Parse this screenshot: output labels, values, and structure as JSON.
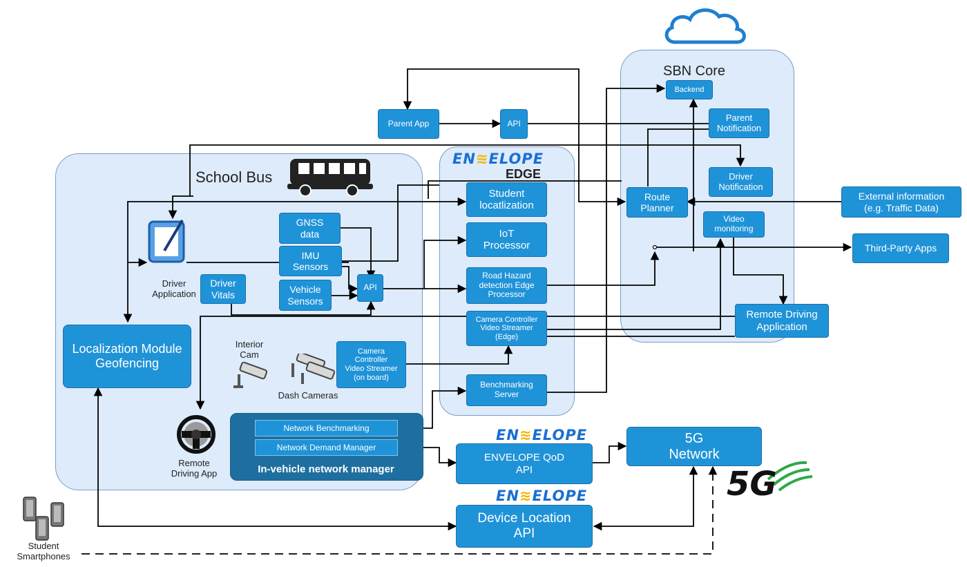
{
  "regions": {
    "school_bus": {
      "title": "School Bus"
    },
    "edge": {
      "brand": "ENVELOPE",
      "brand_left": "EN",
      "brand_right": "ELOPE",
      "subtitle": "EDGE"
    },
    "core": {
      "title": "SBN Core"
    }
  },
  "nodes": {
    "parent_app": "Parent App",
    "parent_api": "API",
    "backend": "Backend",
    "parent_notification": "Parent\nNotification",
    "driver_notification": "Driver\nNotification",
    "route_planner": "Route\nPlanner",
    "video_monitoring": "Video\nmonitoring",
    "external_info": "External information\n(e.g. Traffic Data)",
    "third_party": "Third-Party Apps",
    "remote_driving_application": "Remote Driving\nApplication",
    "student_localization": "Student\nlocatlization",
    "iot_processor": "IoT\nProcessor",
    "road_hazard": "Road Hazard\ndetection Edge\nProcessor",
    "camera_controller_edge": "Camera Controller\nVideo Streamer\n(Edge)",
    "benchmarking_server": "Benchmarking\nServer",
    "gnss": "GNSS\ndata",
    "imu": "IMU\nSensors",
    "vehicle_sensors": "Vehicle\nSensors",
    "bus_api": "API",
    "driver_vitals": "Driver\nVitals",
    "localization_module": "Localization Module\nGeofencing",
    "camera_controller_onboard": "Camera\nController\nVideo Streamer\n(on board)",
    "qod_api": "ENVELOPE QoD\nAPI",
    "network_5g": "5G\nNetwork",
    "device_location_api": "Device Location\nAPI"
  },
  "labels": {
    "driver_application": "Driver\nApplication",
    "interior_cam": "Interior\nCam",
    "dash_cameras": "Dash Cameras",
    "remote_driving_app": "Remote\nDriving App",
    "student_smartphones": "Student\nSmartphones",
    "logo_5g": "5G"
  },
  "network_manager": {
    "title": "In-vehicle network manager",
    "items": [
      "Network Benchmarking",
      "Network Demand Manager"
    ]
  },
  "colors": {
    "box_fill": "#1f93d8",
    "region_fill": "#d2e4fa",
    "panel_fill": "#1e6f9f",
    "logo_blue": "#1a6fd0",
    "logo_yellow": "#f2b705",
    "logo_green": "#2ea84a"
  },
  "icons": [
    "cloud-icon",
    "bus-icon",
    "tablet-pen-icon",
    "security-camera-icon",
    "steering-wheel-icon",
    "smartphone-icon",
    "wifi-arc-icon"
  ]
}
